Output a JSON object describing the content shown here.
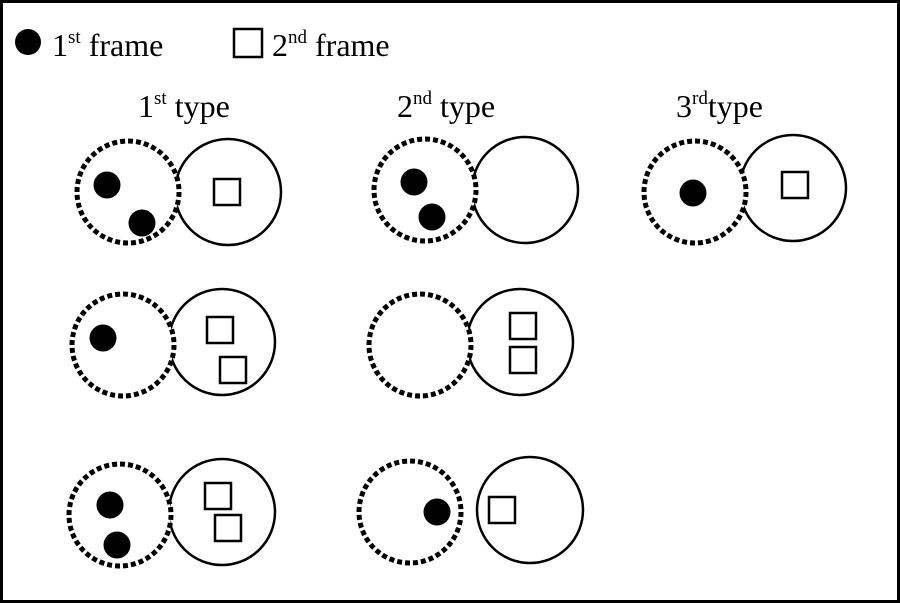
{
  "legend": {
    "first": {
      "num": "1",
      "sup": "st",
      "word": " frame",
      "icon": "filled-circle"
    },
    "second": {
      "num": "2",
      "sup": "nd",
      "word": " frame",
      "icon": "open-square"
    }
  },
  "types": [
    {
      "num": "1",
      "sup": "st",
      "word": " type"
    },
    {
      "num": "2",
      "sup": "nd",
      "word": " type"
    },
    {
      "num": "3",
      "sup": "rd",
      "word": "type"
    }
  ],
  "configurations": [
    {
      "type": 1,
      "row": 1,
      "first_frame_dots": 2,
      "second_frame_squares": 1
    },
    {
      "type": 1,
      "row": 2,
      "first_frame_dots": 1,
      "second_frame_squares": 2
    },
    {
      "type": 1,
      "row": 3,
      "first_frame_dots": 2,
      "second_frame_squares": 2
    },
    {
      "type": 2,
      "row": 1,
      "first_frame_dots": 2,
      "second_frame_squares": 0
    },
    {
      "type": 2,
      "row": 2,
      "first_frame_dots": 0,
      "second_frame_squares": 2
    },
    {
      "type": 2,
      "row": 3,
      "first_frame_dots": 1,
      "second_frame_squares": 1
    },
    {
      "type": 3,
      "row": 1,
      "first_frame_dots": 1,
      "second_frame_squares": 1
    }
  ],
  "colors": {
    "ink": "#000000",
    "background": "#ffffff"
  }
}
